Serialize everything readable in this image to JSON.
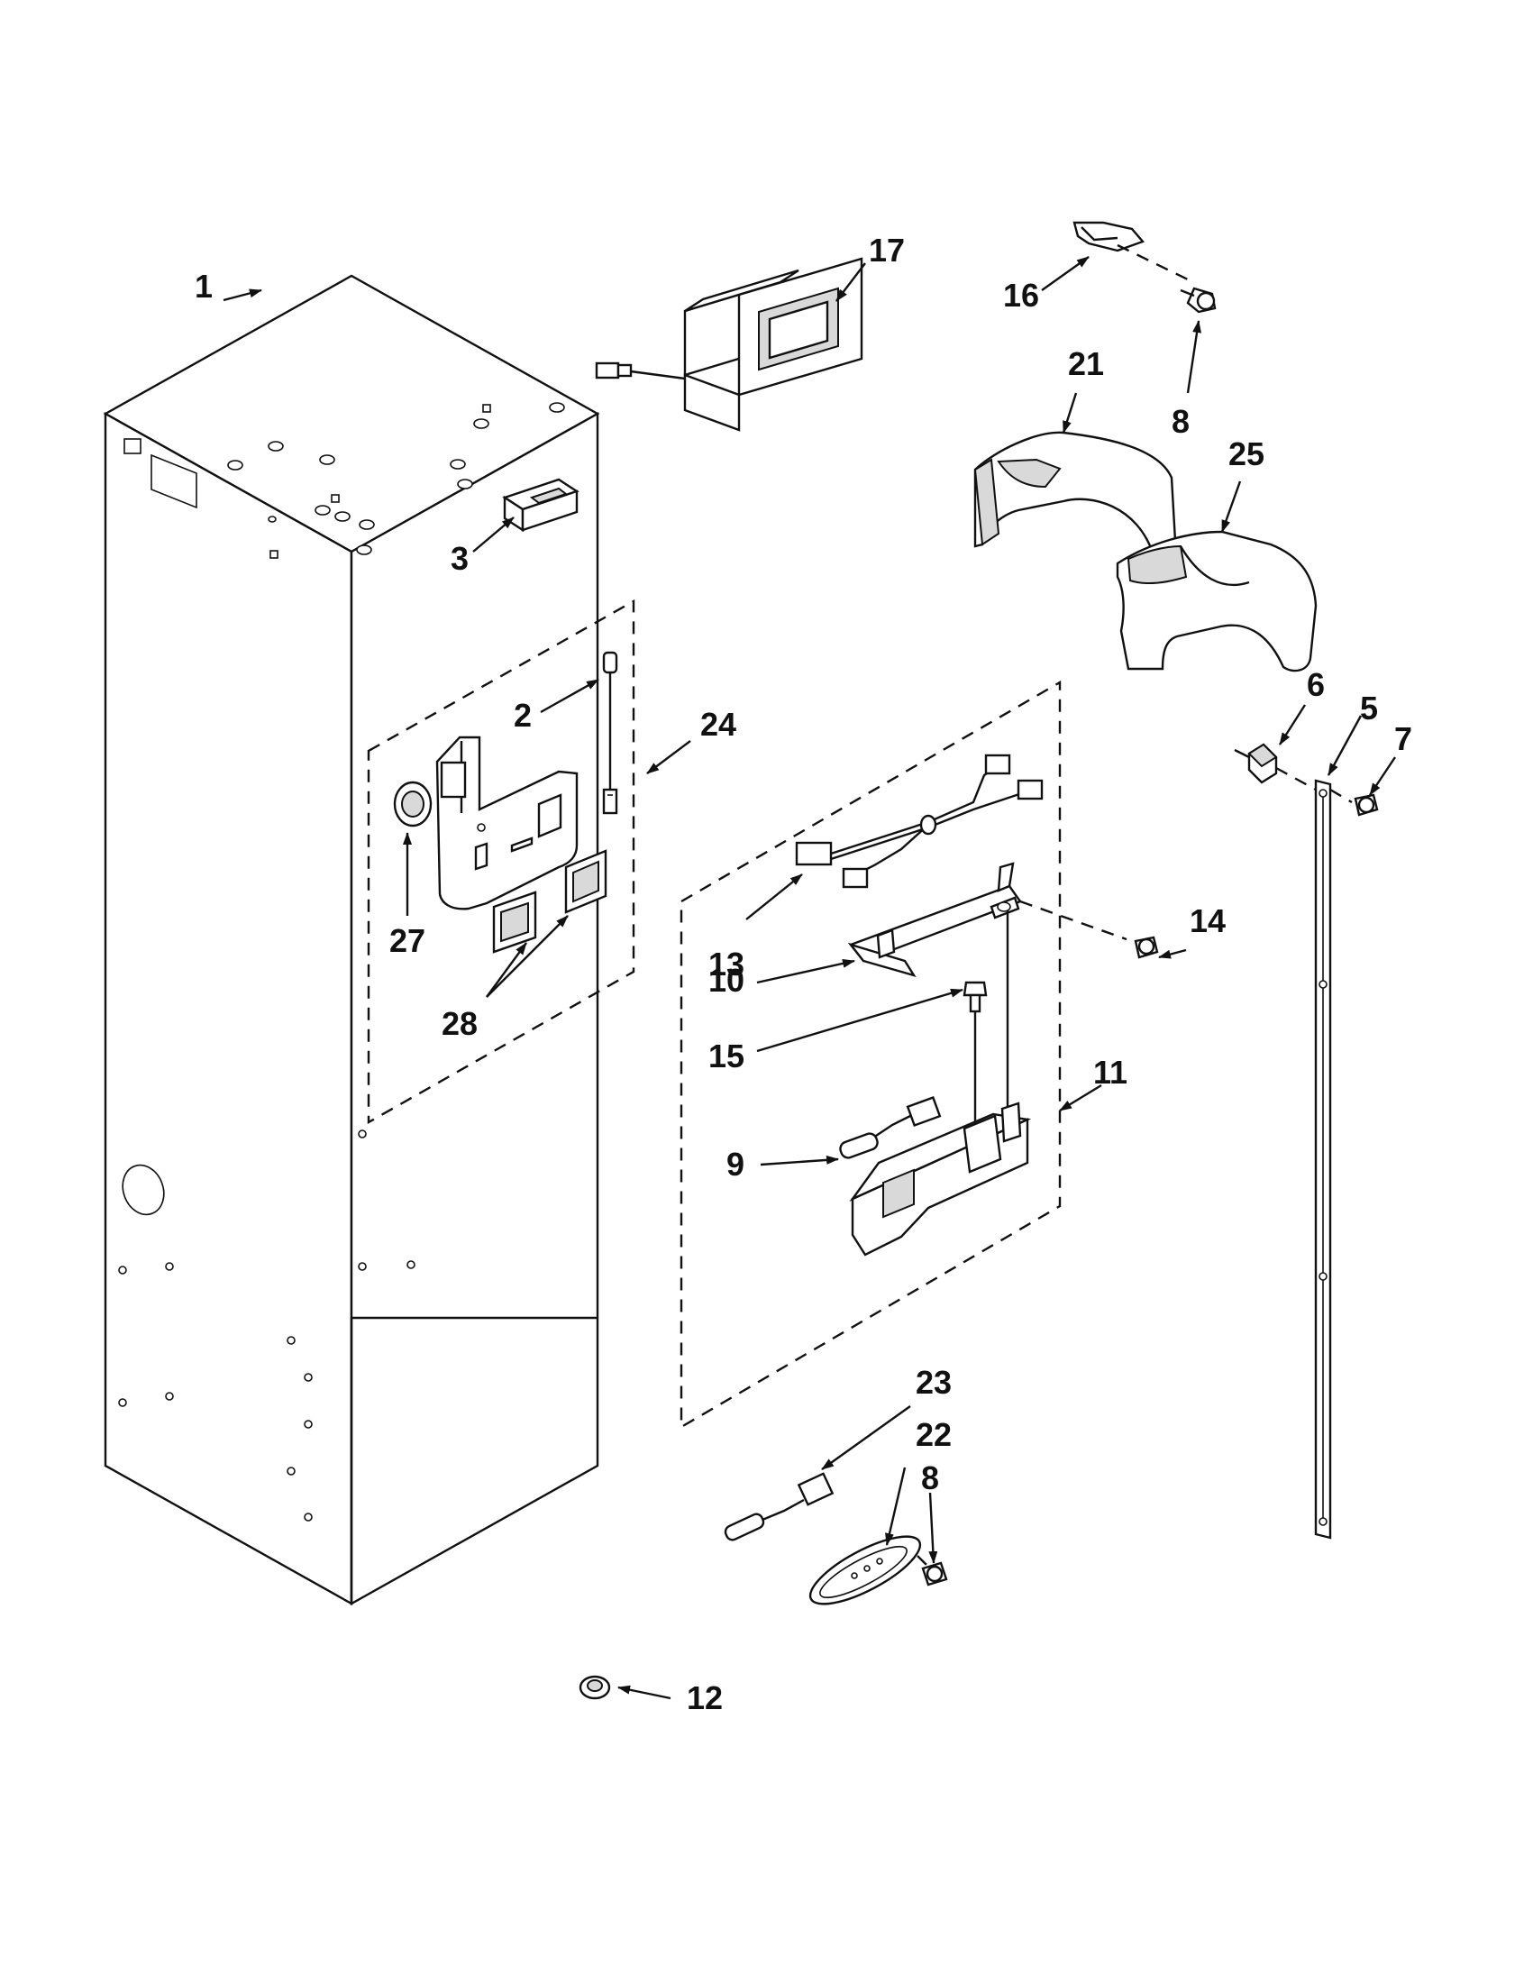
{
  "diagram": {
    "callouts": [
      {
        "id": "c1",
        "text": "1"
      },
      {
        "id": "c17",
        "text": "17"
      },
      {
        "id": "c16",
        "text": "16"
      },
      {
        "id": "c8a",
        "text": "8"
      },
      {
        "id": "c21",
        "text": "21"
      },
      {
        "id": "c25",
        "text": "25"
      },
      {
        "id": "c3",
        "text": "3"
      },
      {
        "id": "c2",
        "text": "2"
      },
      {
        "id": "c24",
        "text": "24"
      },
      {
        "id": "c6",
        "text": "6"
      },
      {
        "id": "c5",
        "text": "5"
      },
      {
        "id": "c7",
        "text": "7"
      },
      {
        "id": "c27",
        "text": "27"
      },
      {
        "id": "c28",
        "text": "28"
      },
      {
        "id": "c13",
        "text": "13"
      },
      {
        "id": "c14",
        "text": "14"
      },
      {
        "id": "c10",
        "text": "10"
      },
      {
        "id": "c15",
        "text": "15"
      },
      {
        "id": "c11",
        "text": "11"
      },
      {
        "id": "c9",
        "text": "9"
      },
      {
        "id": "c23",
        "text": "23"
      },
      {
        "id": "c22",
        "text": "22"
      },
      {
        "id": "c8b",
        "text": "8"
      },
      {
        "id": "c12",
        "text": "12"
      }
    ]
  }
}
